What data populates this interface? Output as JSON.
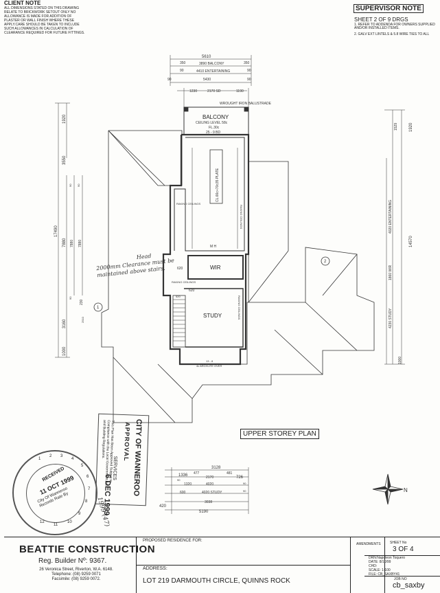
{
  "client_note": {
    "title": "CLIENT NOTE",
    "lines": [
      "ALL DIMENSIONS STATED ON THIS DRAWING",
      "RELATE TO BRICKWORK SETOUT ONLY NO",
      "ALLOWANCE IS MADE FOR ADDITION OF",
      "PLASTER OR WALL FINISH WHERE THESE",
      "APPLY.CARE SHOULD BE TAKEN TO INCLUDE",
      "SUCH ALLOWANCES IN CALCULATION OF",
      "CLEARANCE REQUIRED FOR FUTURE FITTINGS."
    ]
  },
  "supervisor_note": {
    "title": "SUPERVISOR NOTE",
    "sheet": "SHEET 2 OF 9 DRGS",
    "note1": "1. REFER TO ADDENDA FOR OWNERS SUPPLIED AND/OR INSTALLED ITEMS.",
    "note2": "2. GALV EXT LINTELS & 5.8 WIRE TIES TO ALL"
  },
  "plan": {
    "title": "UPPER STOREY PLAN",
    "rooms": {
      "balcony": "BALCONY",
      "ceiling_level": "CEILING LEVEL 58c",
      "fl": "FL.30c",
      "balcony_dim": "25 - 9 BD",
      "wir": "WIR",
      "study": "STUDY",
      "plate": "CL.66c+70c35 PLATE",
      "mh": "M H",
      "raking_left": "RAKING CEILINGS",
      "raking_right": "RAKING CEILINGS",
      "raking_mid": "RAKING CEILINGS",
      "raking_study": "RAKING CEILINGS",
      "stair_label": "13 - 8",
      "archlite": "4c ARCHLITE OVER",
      "wrought": "WROUGHT IRON BALUSTRADE",
      "d620a": "620",
      "d620b": "620",
      "d520": "520"
    },
    "top_dims": [
      "5610",
      "350",
      "3890 BALCONY",
      "350",
      "90",
      "4410 ENTERTAINING",
      "90",
      "90",
      "5430",
      "90",
      "1230",
      "2170 SD",
      "1190"
    ],
    "left_dims": [
      "1920",
      "3550",
      "17490",
      "7880",
      "7880",
      "7880",
      "230",
      "2510",
      "3160",
      "1000",
      "90",
      "90",
      "90"
    ],
    "right_dims": [
      "1920",
      "1529",
      "14570",
      "4020 ENTERTAINING",
      "1860 WIR",
      "4230 STUDY",
      "1000"
    ],
    "bottom_dims": [
      "3128",
      "1336",
      "477",
      "481",
      "726",
      "2170",
      "1320",
      "4020",
      "90",
      "90",
      "600",
      "4020 STUDY",
      "90",
      "3038",
      "420",
      "5190"
    ],
    "markers": [
      "1",
      "2"
    ]
  },
  "handwritten": {
    "note": "2000mm Clearance must be maintained above stairs.",
    "note_head": "Head",
    "bottom": "1999 (47)"
  },
  "approval": {
    "city": "CITY OF WANNEROO",
    "approval": "APPROVAL",
    "services": "SERVICES",
    "date": "6 DEC 1999",
    "small": "This Plan Has Been Approved Subject to Compliance with the Local Government Act and Building Regulations."
  },
  "stamp": {
    "received": "RECEIVED",
    "date": "11 OCT 1999",
    "org": "City Of Wanneroo Records Rate By",
    "scale_numbers": [
      "1",
      "2",
      "3",
      "4",
      "5",
      "6",
      "7",
      "8",
      "9",
      "10",
      "11",
      "12"
    ]
  },
  "title_block": {
    "company": "BEATTIE CONSTRUCTION",
    "reg": "Reg. Builder Nº: 9367.",
    "street": "26 Veronica Street, Riverton, W.A. 6148.",
    "tel": "Telephone: (08) 9259 0071",
    "fax": "Facsimile: (08) 9259 0072.",
    "proposed": "PROPOSED RESIDENCE FOR:",
    "address_label": "ADDRESS:",
    "lot": "LOT 219 DARMOUTH CIRCLE, QUINNS ROCK",
    "amendments": "AMENDMENTS",
    "sheet_no_label": "SHEET No",
    "sheet_no": "3 OF 4",
    "drn": "DRN:",
    "drn_val": "Napoleon Toquero",
    "date": "DATE:",
    "date_val": "8/10/99",
    "chd": "CHD:",
    "scale": "SCALE: 1:100",
    "file": "FILE: CB_SAXBY41",
    "job_label": "JOB NO",
    "job_no": "cb_saxby"
  }
}
